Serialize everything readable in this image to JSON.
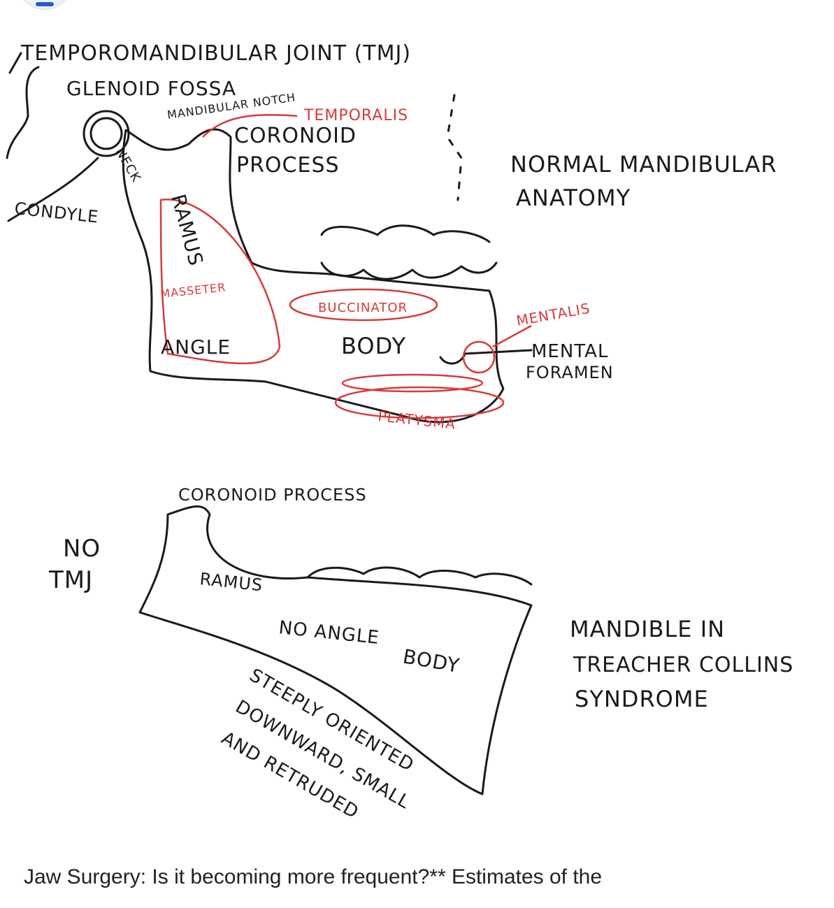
{
  "figure": {
    "top": {
      "title": "TEMPOROMANDIBULAR JOINT (TMJ)",
      "glenoid_fossa": "GLENOID FOSSA",
      "mandibular_notch": "MANDIBULAR NOTCH",
      "temporalis": "TEMPORALIS",
      "coronoid_1": "CORONOID",
      "coronoid_2": "PROCESS",
      "condyle": "CONDYLE",
      "neck": "NECK",
      "ramus": "RAMUS",
      "masseter": "MASSETER",
      "angle": "ANGLE",
      "buccinator": "BUCCINATOR",
      "body": "BODY",
      "mentalis": "MENTALIS",
      "mental_1": "MENTAL",
      "mental_2": "FORAMEN",
      "platysma": "PLATYSMA",
      "caption_1": "NORMAL MANDIBULAR",
      "caption_2": "ANATOMY"
    },
    "bottom": {
      "coronoid": "CORONOID PROCESS",
      "no_tmj_1": "NO",
      "no_tmj_2": "TMJ",
      "ramus": "RAMUS",
      "no_angle": "NO ANGLE",
      "body": "BODY",
      "steep_1": "STEEPLY ORIENTED",
      "steep_2": "DOWNWARD, SMALL",
      "steep_3": "AND RETRUDED",
      "caption_1": "MANDIBLE IN",
      "caption_2": "TREACHER COLLINS",
      "caption_3": "SYNDROME"
    }
  },
  "caption": "Jaw Surgery: Is it becoming more frequent?** Estimates of the"
}
